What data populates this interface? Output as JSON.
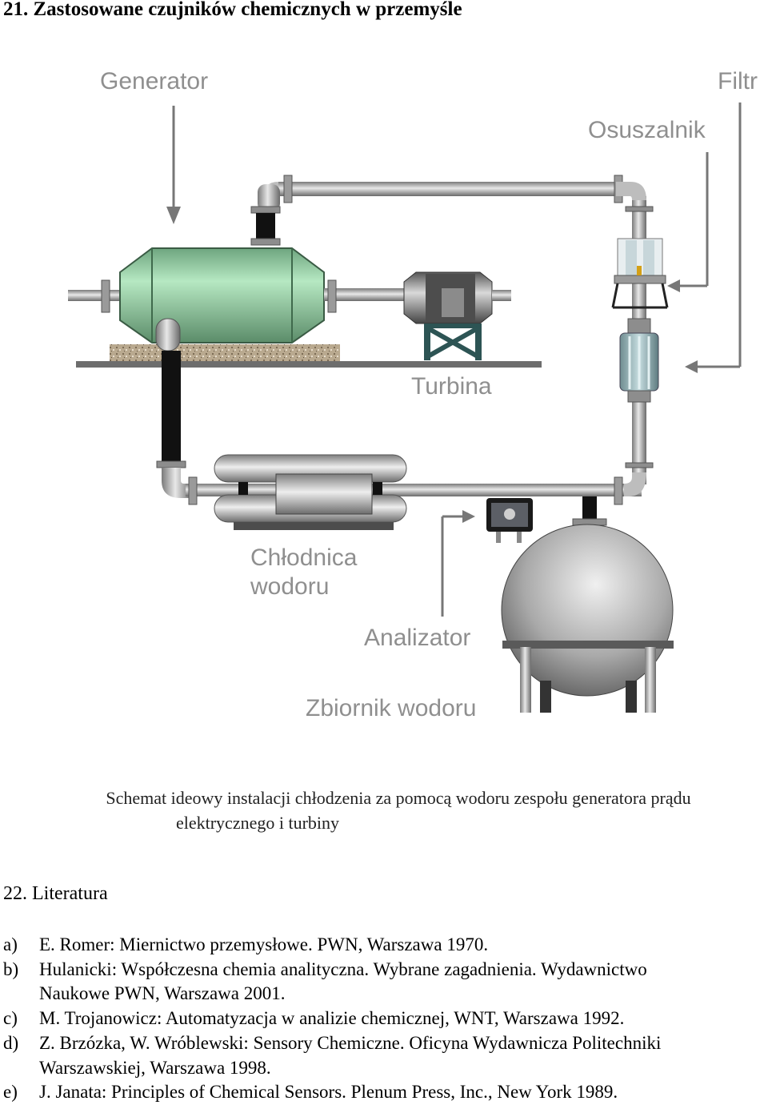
{
  "heading": "21. Zastosowane czujników chemicznych w przemyśle",
  "diagram": {
    "labels": {
      "generator": "Generator",
      "filtr": "Filtr",
      "osuszalnik": "Osuszalnik",
      "turbina": "Turbina",
      "chlodnica_line1": "Chłodnica",
      "chlodnica_line2": "wodoru",
      "analizator": "Analizator",
      "zbiornik": "Zbiornik wodoru"
    },
    "caption_line1": "Schemat ideowy instalacji chłodzenia za pomocą wodoru zespołu generatora prądu",
    "caption_line2": "elektrycznego i turbiny"
  },
  "literature": {
    "heading": "22. Literatura",
    "items": [
      {
        "marker": "a)",
        "lines": [
          "E. Romer: Miernictwo przemysłowe. PWN, Warszawa 1970."
        ]
      },
      {
        "marker": "b)",
        "lines": [
          "Hulanicki: Współczesna chemia analityczna. Wybrane zagadnienia. Wydawnictwo",
          "Naukowe PWN, Warszawa 2001."
        ]
      },
      {
        "marker": "c)",
        "lines": [
          "M. Trojanowicz: Automatyzacja w analizie chemicznej, WNT, Warszawa 1992."
        ]
      },
      {
        "marker": "d)",
        "lines": [
          "Z. Brzózka, W. Wróblewski: Sensory Chemiczne. Oficyna Wydawnicza Politechniki",
          "Warszawskiej, Warszawa 1998."
        ]
      },
      {
        "marker": "e)",
        "lines": [
          "J. Janata: Principles of Chemical Sensors. Plenum Press, Inc., New York 1989."
        ]
      }
    ]
  }
}
